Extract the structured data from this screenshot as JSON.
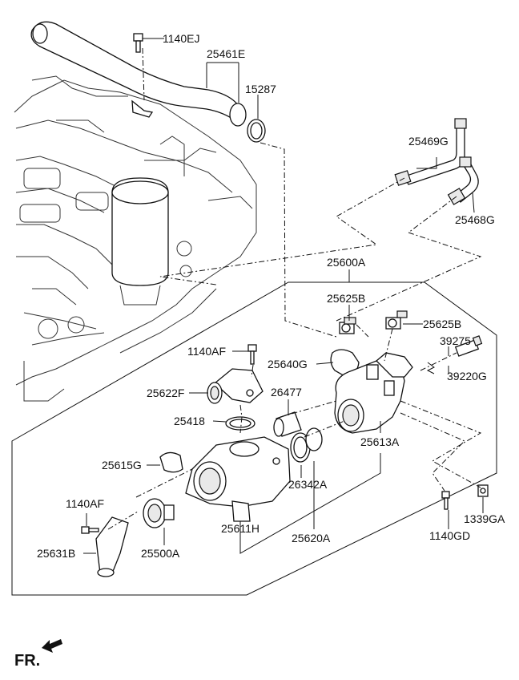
{
  "diagram": {
    "labels": {
      "p1140EJ": "1140EJ",
      "p25461E": "25461E",
      "p15287": "15287",
      "p25469G": "25469G",
      "p25468G": "25468G",
      "p25600A": "25600A",
      "p25625B_left": "25625B",
      "p25625B_right": "25625B",
      "p1140AF_top": "1140AF",
      "p25640G": "25640G",
      "p39275": "39275",
      "p39220G": "39220G",
      "p25622F": "25622F",
      "p26477": "26477",
      "p25418": "25418",
      "p25613A": "25613A",
      "p25615G": "25615G",
      "p26342A": "26342A",
      "p1140AF_bottom": "1140AF",
      "p1339GA": "1339GA",
      "p25611H": "25611H",
      "p1140GD": "1140GD",
      "p25631B": "25631B",
      "p25500A": "25500A",
      "p25620A": "25620A"
    },
    "direction_marker": "FR."
  }
}
